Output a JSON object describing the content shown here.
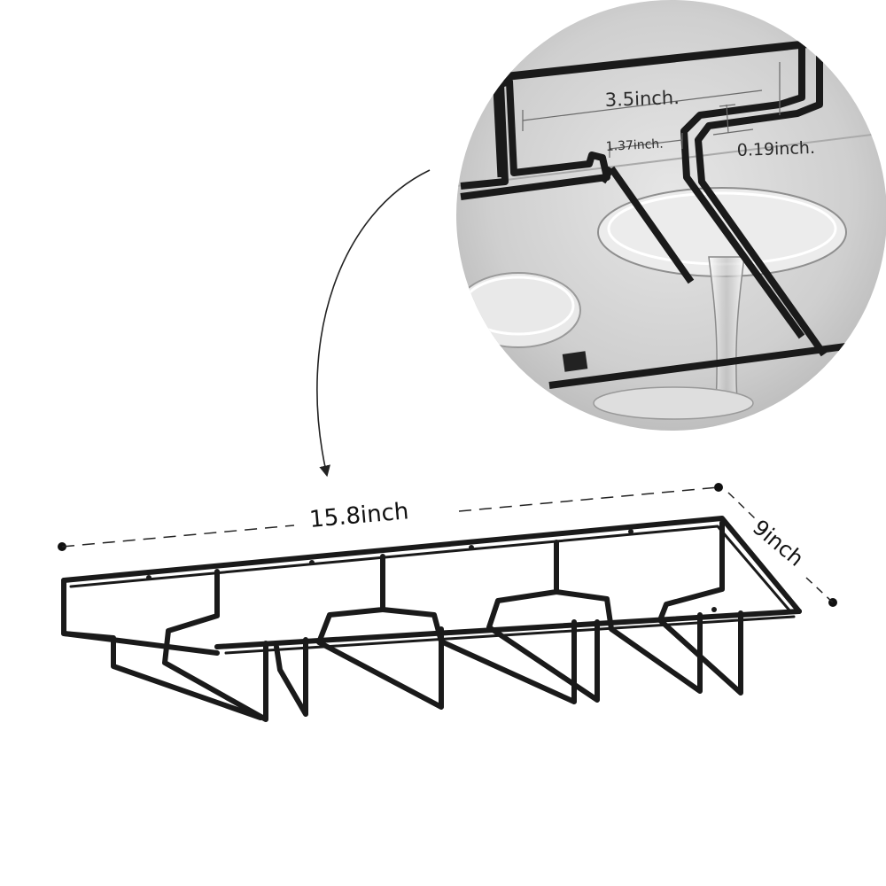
{
  "dimensions": {
    "length": "15.8inch",
    "depth": "9inch"
  },
  "zoom_detail": {
    "slot_width": "3.5inch.",
    "slot_gap": "1.37inch.",
    "rod_thickness": "0.19inch."
  },
  "colors": {
    "rack": "#1a1a1a",
    "dimension_line": "#222222",
    "zoom_background": "#cfcfcf"
  }
}
